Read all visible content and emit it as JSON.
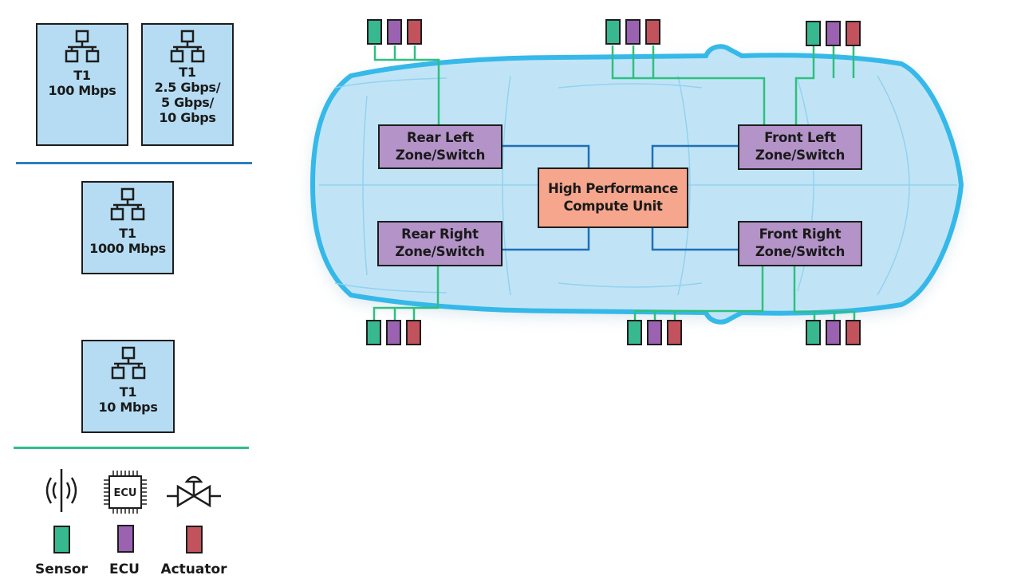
{
  "colors": {
    "sensor": "#37b88f",
    "ecu": "#9a62b0",
    "actuator": "#c2525c",
    "zone_fill": "#b393c8",
    "hpc_fill": "#f5a68c",
    "speed_box_fill": "#b5dcf2",
    "car_outline": "#2cb6e8",
    "car_fill": "#bfe4f7",
    "backbone_link": "#1f6fb8",
    "edge_link": "#2fbf7f",
    "divider_blue": "#2b7fc0",
    "divider_green": "#2fbf8a"
  },
  "speed_boxes": [
    {
      "name": "t1-100",
      "icon": "network-icon",
      "text": "T1\n100 Mbps"
    },
    {
      "name": "t1-multi-gig",
      "icon": "network-icon",
      "text": "T1\n2.5 Gbps/\n5 Gbps/\n10 Gbps"
    },
    {
      "name": "t1-1000",
      "icon": "network-icon",
      "text": "T1\n1000 Mbps"
    },
    {
      "name": "t1-10",
      "icon": "network-icon",
      "text": "T1\n10 Mbps"
    }
  ],
  "zones": {
    "rear_left": {
      "line1": "Rear Left",
      "line2": "Zone/Switch"
    },
    "rear_right": {
      "line1": "Rear Right",
      "line2": "Zone/Switch"
    },
    "front_left": {
      "line1": "Front Left",
      "line2": "Zone/Switch"
    },
    "front_right": {
      "line1": "Front Right",
      "line2": "Zone/Switch"
    }
  },
  "hpc": {
    "line1": "High Performance",
    "line2": "Compute Unit"
  },
  "device_groups": [
    {
      "name": "rear-left-top",
      "devices": [
        "sensor",
        "ecu",
        "actuator"
      ]
    },
    {
      "name": "center-top",
      "devices": [
        "sensor",
        "ecu",
        "actuator"
      ]
    },
    {
      "name": "front-left-top",
      "devices": [
        "sensor",
        "ecu",
        "actuator"
      ]
    },
    {
      "name": "rear-right-bottom",
      "devices": [
        "sensor",
        "ecu",
        "actuator"
      ]
    },
    {
      "name": "center-bottom",
      "devices": [
        "sensor",
        "ecu",
        "actuator"
      ]
    },
    {
      "name": "front-right-bottom",
      "devices": [
        "sensor",
        "ecu",
        "actuator"
      ]
    }
  ],
  "legend": {
    "sensor": {
      "label": "Sensor",
      "icon": "sensor-wireless-icon"
    },
    "ecu": {
      "label": "ECU",
      "icon": "ecu-chip-icon",
      "chip_text": "ECU"
    },
    "actuator": {
      "label": "Actuator",
      "icon": "valve-actuator-icon"
    }
  }
}
